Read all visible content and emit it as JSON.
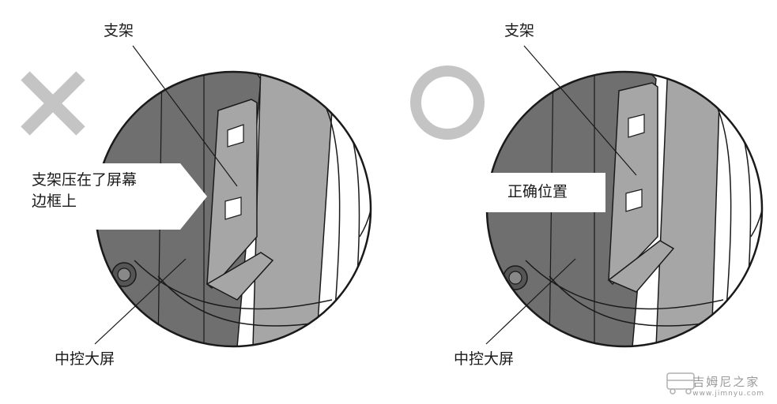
{
  "left_panel": {
    "mark": "cross",
    "bracket_label": "支架",
    "callout_line1": "支架压在了屏幕",
    "callout_line2": "边框上",
    "screen_label": "中控大屏"
  },
  "right_panel": {
    "mark": "circle",
    "bracket_label": "支架",
    "callout": "正确位置",
    "screen_label": "中控大屏"
  },
  "watermark": {
    "name": "吉姆尼之家",
    "url": "www.jimnyu.com"
  },
  "colors": {
    "mark_gray": "#c4c4c4",
    "dark_panel": "#6f6f6f",
    "bracket_gray": "#a6a6a6",
    "outline": "#1a1a1a"
  }
}
